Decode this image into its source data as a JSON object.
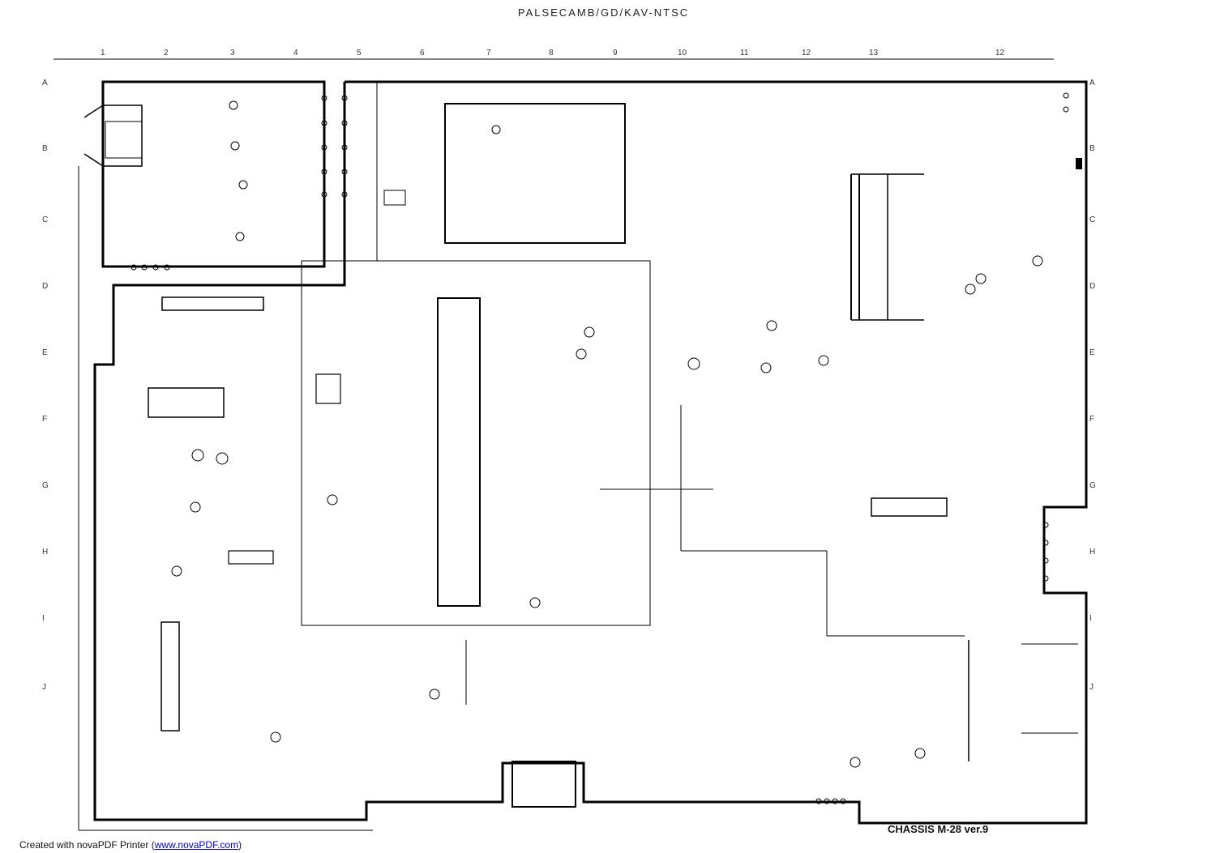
{
  "header": {
    "title": "PALSECAMB/GD/KAV-NTSC"
  },
  "columns": [
    "1",
    "2",
    "3",
    "4",
    "5",
    "6",
    "7",
    "8",
    "9",
    "10",
    "11",
    "12",
    "13",
    "12"
  ],
  "rows_left": [
    "A",
    "B",
    "C",
    "D",
    "E",
    "F",
    "G",
    "H",
    "I",
    "J"
  ],
  "rows_right": [
    "A",
    "B",
    "C",
    "D",
    "E",
    "F",
    "G",
    "H",
    "I",
    "J"
  ],
  "chassis_label": "CHASSIS M-28 ver.9",
  "footer": {
    "prefix": "Created with novaPDF Printer (",
    "link": "www.novaPDF.com",
    "suffix": ")"
  }
}
